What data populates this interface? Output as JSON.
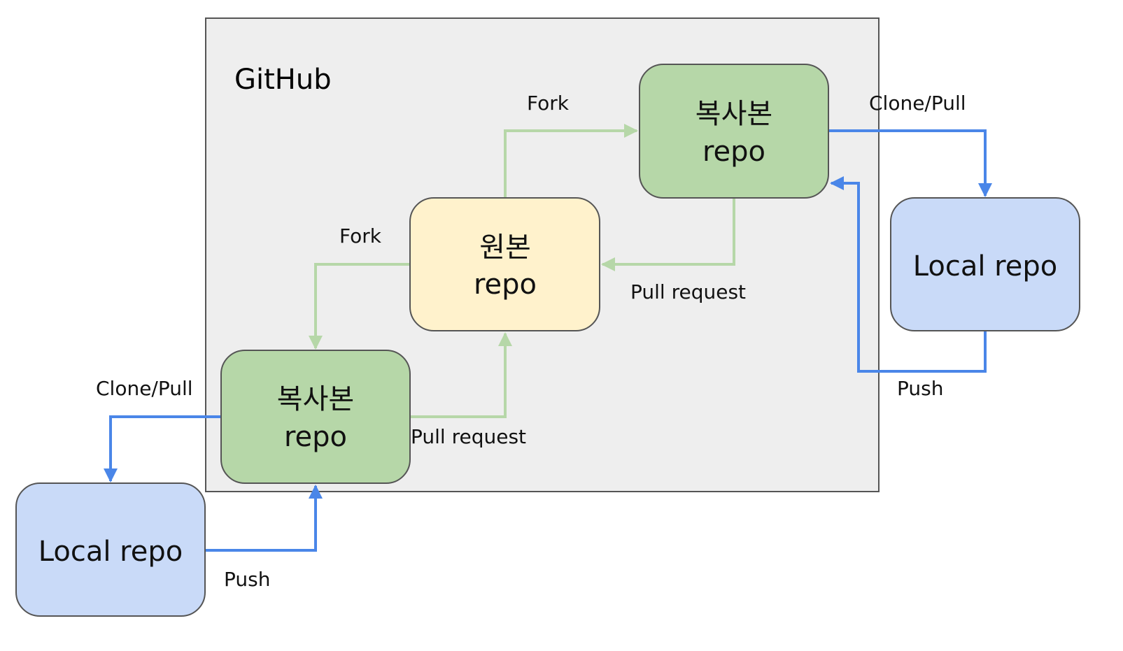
{
  "container": {
    "title": "GitHub"
  },
  "nodes": {
    "fork_top": {
      "line1": "복사본",
      "line2": "repo"
    },
    "origin": {
      "line1": "원본",
      "line2": "repo"
    },
    "fork_bottom": {
      "line1": "복사본",
      "line2": "repo"
    },
    "local_right": {
      "line1": "Local repo"
    },
    "local_left": {
      "line1": "Local repo"
    }
  },
  "edges": {
    "fork_to_top": "Fork",
    "fork_to_bottom": "Fork",
    "pr_top_to_origin": "Pull request",
    "pr_bottom_to_origin": "Pull request",
    "clone_right": "Clone/Pull",
    "push_right": "Push",
    "clone_left": "Clone/Pull",
    "push_left": "Push"
  },
  "colors": {
    "container_fill": "#eeeeee",
    "container_stroke": "#555555",
    "fork_fill": "#b6d7a8",
    "origin_fill": "#fff2cc",
    "local_fill": "#c9daf8",
    "green_edge": "#b6d7a8",
    "blue_edge": "#4a86e8"
  }
}
